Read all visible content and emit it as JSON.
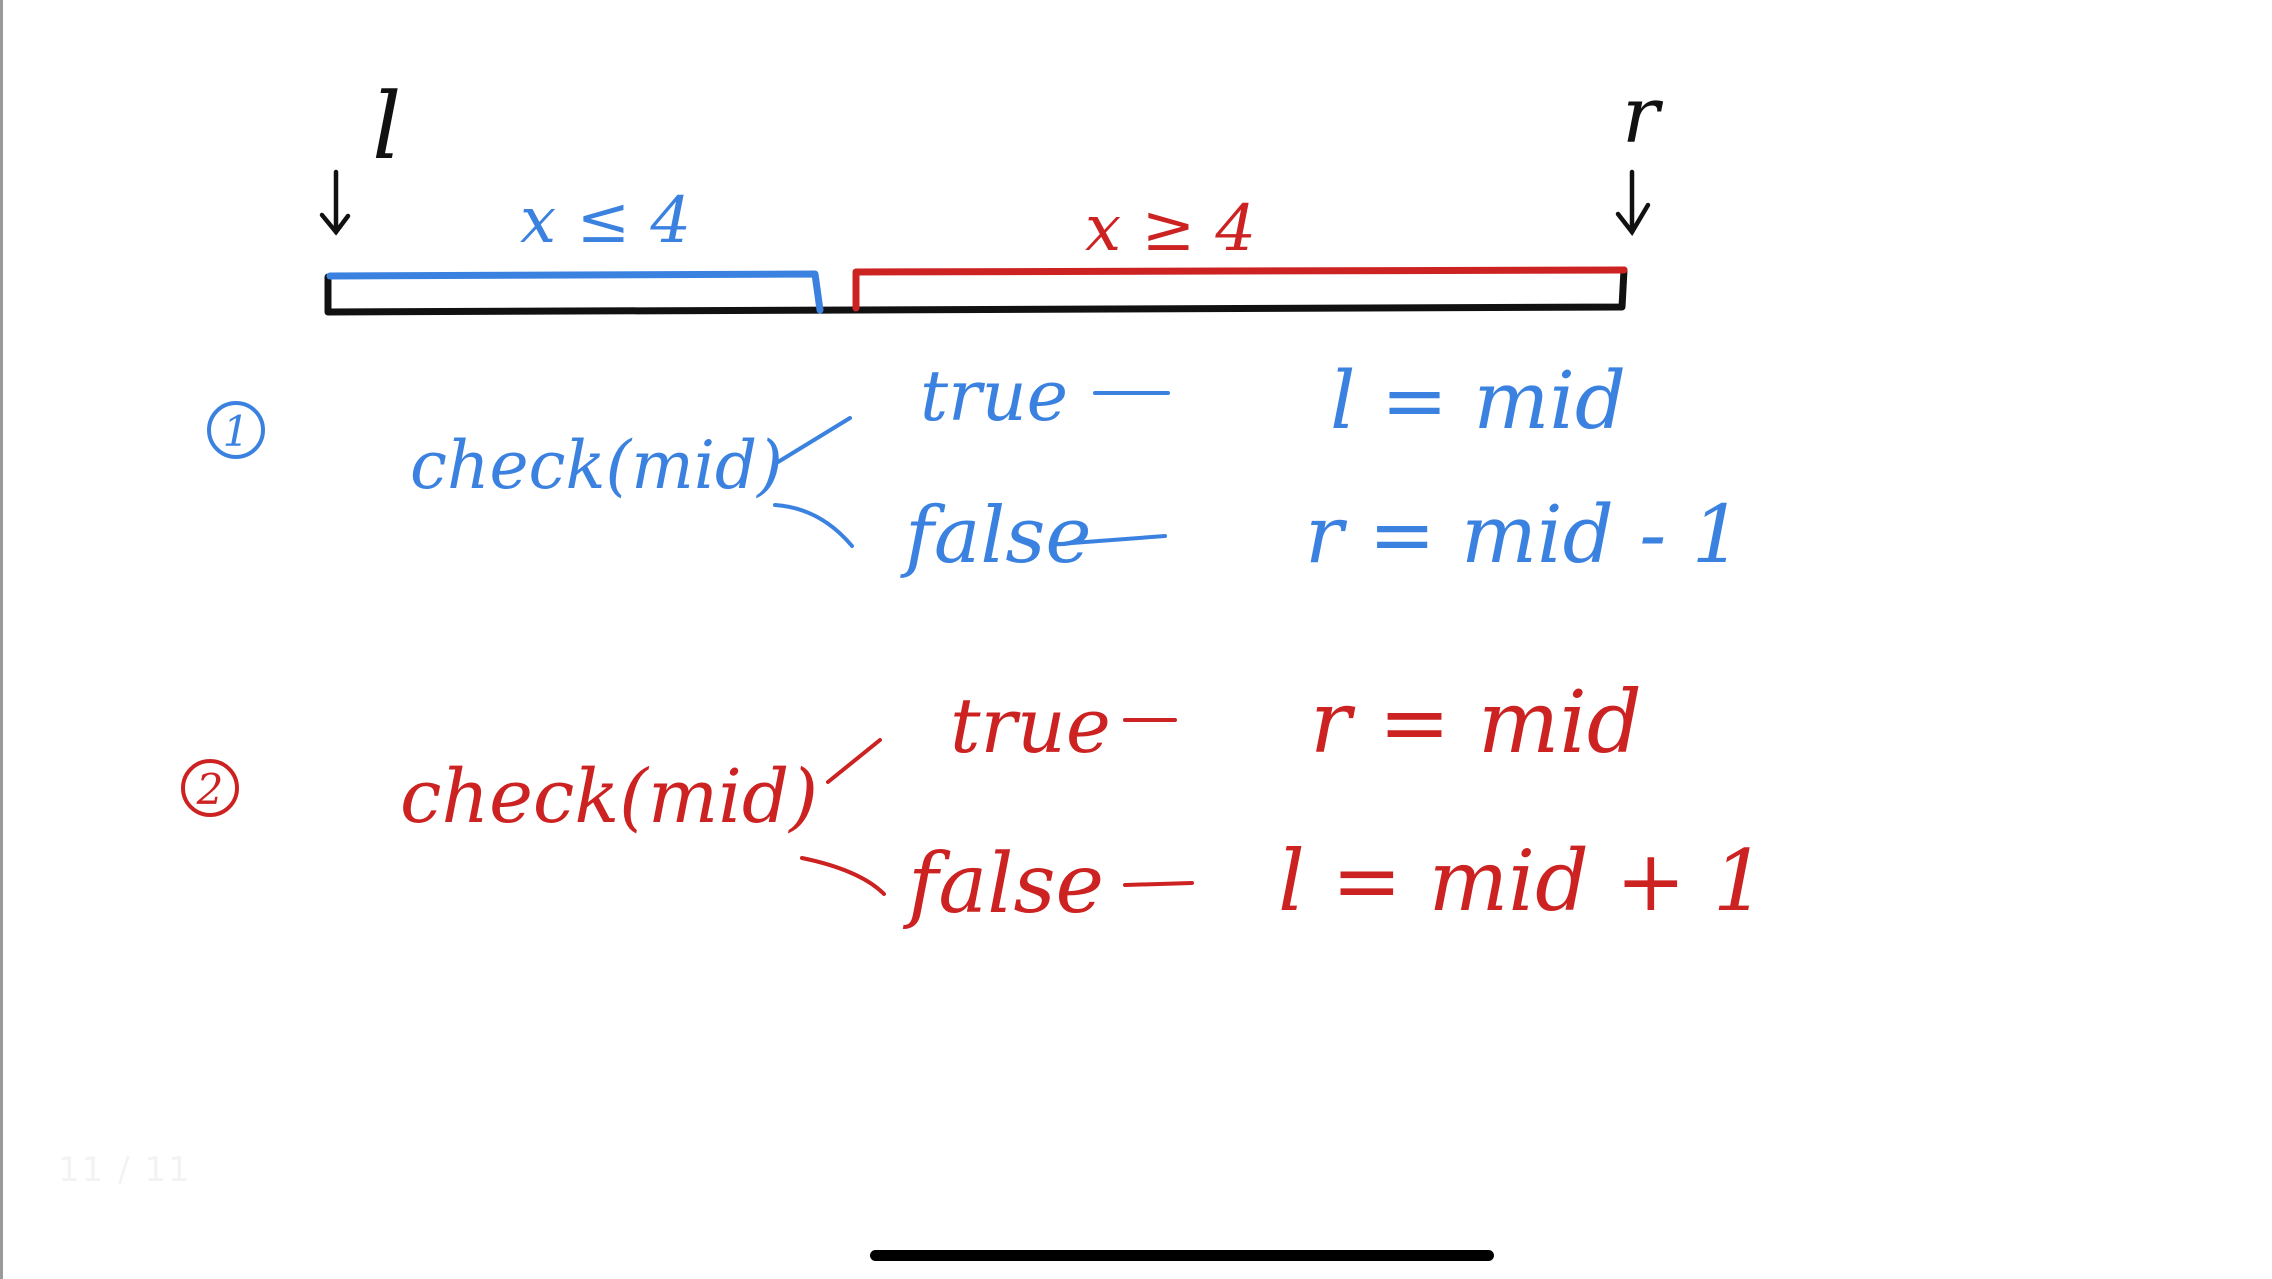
{
  "colors": {
    "ink": "#111111",
    "blue": "#3b82e0",
    "red": "#cc2222"
  },
  "pointers": {
    "left": "l",
    "right": "r"
  },
  "ranges": {
    "left": "x ≤ 4",
    "right": "x ≥ 4"
  },
  "case1": {
    "marker": "1",
    "call": "check(mid)",
    "true_label": "true",
    "false_label": "false",
    "true_action": "l = mid",
    "false_action": "r = mid - 1"
  },
  "case2": {
    "marker": "2",
    "call": "check(mid)",
    "true_label": "true",
    "false_label": "false",
    "true_action": "r = mid",
    "false_action": "l = mid + 1"
  },
  "page_indicator": "11 / 11"
}
